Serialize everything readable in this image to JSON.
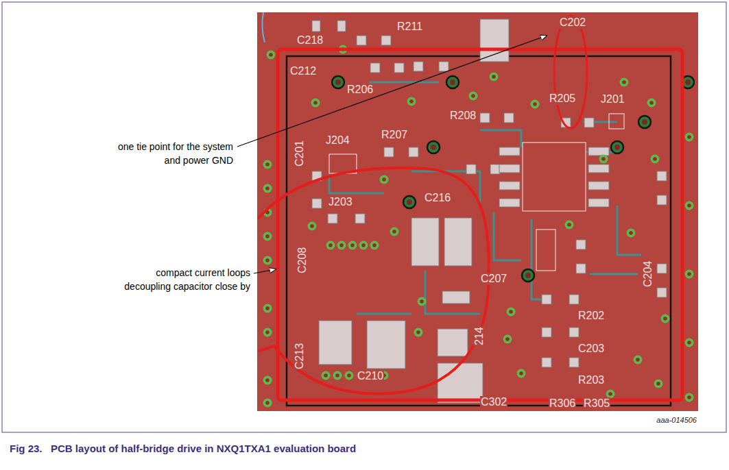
{
  "diagram": {
    "caption": "Fig 23.   PCB layout of half-bridge drive in NXQ1TXA1 evaluation board",
    "labels": [
      "one tie point for the system and power GND",
      "compact current loops decoupling capacitor close by",
      "R211",
      "C218",
      "C212",
      "C202",
      "R206",
      "R208",
      "R207",
      "R205",
      "J201",
      "C201",
      "J204",
      "J203",
      "C216",
      "C208",
      "C207",
      "C204",
      "C213",
      "214",
      "C210",
      "R202",
      "C203",
      "R203",
      "C302",
      "R306",
      "R305",
      "aaa-014506"
    ]
  }
}
